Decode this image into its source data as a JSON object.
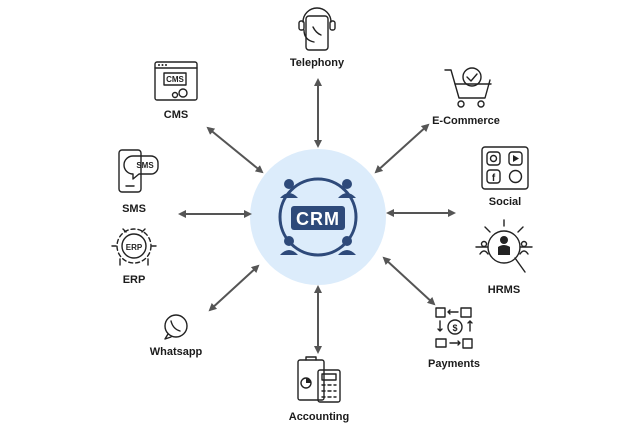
{
  "center": {
    "label": "CRM",
    "bg_color": "#dcecfb",
    "accent": "#2e4a7a"
  },
  "nodes": {
    "telephony": {
      "label": "Telephony",
      "icon": "headset-phone-icon"
    },
    "ecommerce": {
      "label": "E-Commerce",
      "icon": "shopping-cart-icon"
    },
    "social": {
      "label": "Social",
      "icon": "social-media-icon"
    },
    "hrms": {
      "label": "HRMS",
      "icon": "hr-search-icon"
    },
    "payments": {
      "label": "Payments",
      "icon": "payments-flow-icon"
    },
    "accounting": {
      "label": "Accounting",
      "icon": "accounting-calculator-icon"
    },
    "whatsapp": {
      "label": "Whatsapp",
      "icon": "whatsapp-icon"
    },
    "erp": {
      "label": "ERP",
      "icon": "erp-gear-icon"
    },
    "sms": {
      "label": "SMS",
      "icon": "sms-phone-icon"
    },
    "cms": {
      "label": "CMS",
      "icon": "cms-window-icon"
    }
  },
  "icon_text": {
    "sms": "SMS",
    "erp": "ERP",
    "cms": "CMS"
  }
}
